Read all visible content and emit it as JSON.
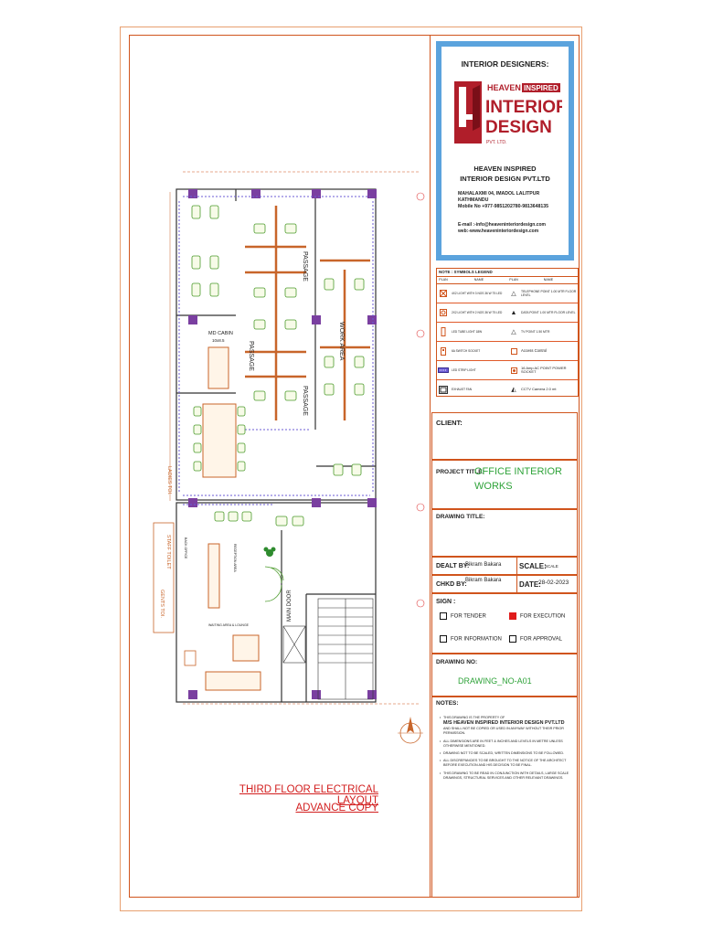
{
  "designer": {
    "header": "INTERIOR DESIGNERS:",
    "logo_small": "HEAVEN",
    "logo_inspired": "INSPIRED",
    "logo_big1": "INTERIOR",
    "logo_big2": "DESIGN",
    "logo_pvt": "PVT. LTD.",
    "company_line1": "HEAVEN INSPIRED",
    "company_line2": "INTERIOR DESIGN PVT.LTD",
    "address": "MAHALAXMI 04, IMADOL LALITPUR KATHMANDU",
    "mobile": "Mobile No +977-9851202780-9813648135",
    "email": "E-mail :-info@heaveninteriordesign.com",
    "web": "web:-www.heaveninteriordesign.com"
  },
  "legend": {
    "title": "NOTE :   SYMBOLS LEGEND",
    "col_plan": "PLAN",
    "col_name": "NAME",
    "col_plan2": "PLAN",
    "col_name2": "NAME",
    "rows": [
      {
        "left": "4X2 LIGHT WITH 3 NOS 36 W T5 LED",
        "right": "TELEPHONE POINT 1.00 MTR FLOOR LEVEL"
      },
      {
        "left": "2X2 LIGHT WITH 2 NOS 36 W T5 LED",
        "right": "DATA POINT 1.00 MTR FLOOR LEVEL"
      },
      {
        "left": "LED TUBE LIGHT 18W",
        "right": "TV POINT 1.50 MTR"
      },
      {
        "left": "6A SWITCH SOCKET",
        "right": "Access Control"
      },
      {
        "left": "LED STRIP LIGHT",
        "right": "16 Amp AC POINT POWER SOCKET"
      },
      {
        "left": "EXHAUST FAN",
        "right": "CCTV Camera 2.0 mt"
      }
    ]
  },
  "client_label": "CLIENT:",
  "project_title_label": "PROJECT TITLE:",
  "project_title_value1": "OFFICE INTERIOR",
  "project_title_value2": "WORKS",
  "drawing_title_label": "DRAWING TITLE:",
  "dealt_label": "DEALT BY:",
  "dealt_value": "Bikram Bakara",
  "scale_label": "SCALE:",
  "scale_value": "SCALE",
  "chkd_label": "CHKD BY:",
  "chkd_value": "Bikram Bakara",
  "date_label": "DATE:",
  "date_value": "28-02-2023",
  "sign_label": "SIGN :",
  "options": {
    "tender": "FOR TENDER",
    "execution": "FOR EXECUTION",
    "information": "FOR INFORMATION",
    "approval": "FOR APPROVAL"
  },
  "drawing_no_label": "DRAWING NO:",
  "drawing_no_value": "DRAWING_NO-A01",
  "notes_label": "NOTES:",
  "notes": {
    "n1a": "THIS DRAWING IS THE PROPERTY OF",
    "n1b": "M/S HEAVEN INSPIRED INTERIOR DESIGN PVT.LTD",
    "n1c": "AND SHALL NOT BE COPIED OR USED IN ANYWAY WITHOUT THEIR PRIOR PERMISSION.",
    "n2": "ALL DIMENSIONS ARE IN FEET & INCHES AND LEVELS IN METRE UNLESS OTHERWISE MENTIONED.",
    "n3": "DRAWING NOT TO BE SCALED, WRITTEN DIMENSIONS TO BE FOLLOWED.",
    "n4": "ALL DISCREPANCIES TO BE BROUGHT TO THE NOTICE OF THE ARCHITECT BEFORE EXECUTION AND HIS DECISION TO BE FINAL.",
    "n5": "THIS DRAWING TO BE READ IN CONJUNCTION WITH DETAILS, LARGE SCALE DRAWINGS, STRUCTURAL SERVICES AND OTHER RELEVANT DRAWINGS."
  },
  "plan": {
    "title1": "THIRD FLOOR ELECTRICAL LAYOUT",
    "title2": "ADVANCE COPY",
    "passage1": "PASSAGE",
    "passage2": "PASSAGE",
    "passage3": "PASSAGE",
    "workarea": "WORK AREA",
    "md_cabin": "MD CABIN",
    "md_cabin_size": "10x8.5",
    "main_door": "MAIN DOOR",
    "staff_toilet": "STAFF TOILET",
    "ladies_toilet": "LADIES TOI.",
    "gents_toilet": "GENTS TOI.",
    "reception": "RECEPTION AREA",
    "waiting": "WAITING AREA & LOUNGE",
    "back_office": "BACK OFFICE"
  }
}
